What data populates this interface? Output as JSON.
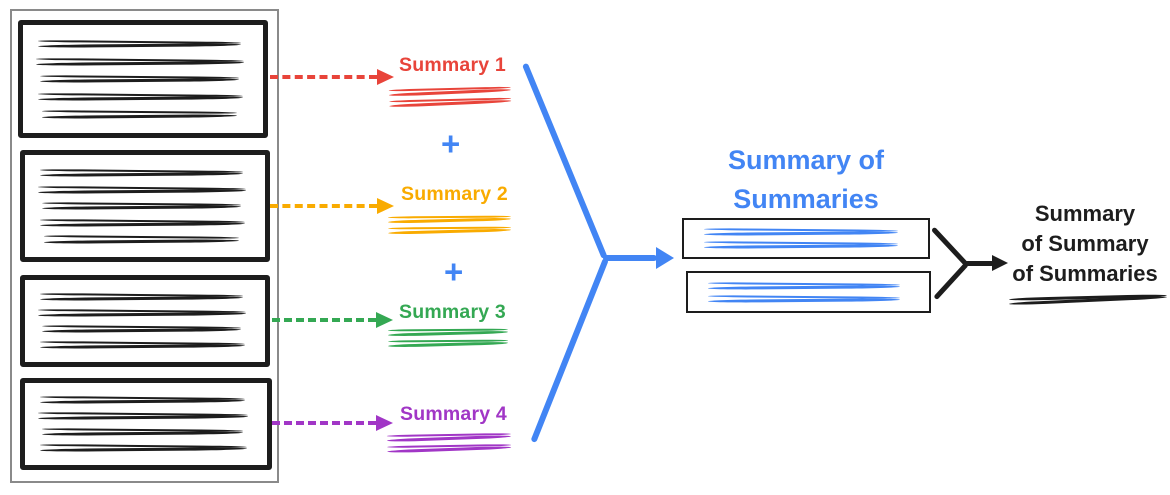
{
  "colors": {
    "red": "#E8443A",
    "orange": "#F9AB00",
    "green": "#34A853",
    "purple": "#A136C6",
    "blue": "#4285F4",
    "ink": "#1D1D1D",
    "frame_gray": "#8A8A8A"
  },
  "document": {
    "chunks": [
      {
        "name": "chunk-1",
        "color": "red",
        "text_lines": 5
      },
      {
        "name": "chunk-2",
        "color": "orange",
        "text_lines": 5
      },
      {
        "name": "chunk-3",
        "color": "green",
        "text_lines": 4
      },
      {
        "name": "chunk-4",
        "color": "purple",
        "text_lines": 4
      }
    ]
  },
  "summaries": [
    {
      "label": "Summary 1",
      "color": "red",
      "scribble_lines": 2
    },
    {
      "label": "Summary 2",
      "color": "orange",
      "scribble_lines": 2
    },
    {
      "label": "Summary 3",
      "color": "green",
      "scribble_lines": 2
    },
    {
      "label": "Summary 4",
      "color": "purple",
      "scribble_lines": 2
    }
  ],
  "plus": "+",
  "merged": {
    "title_line1": "Summary of",
    "title_line2": "Summaries",
    "boxes": [
      {
        "text_lines": 2
      },
      {
        "text_lines": 2
      }
    ]
  },
  "final": {
    "label_line1": "Summary",
    "label_line2": "of Summary",
    "label_line3": "of Summaries",
    "text_lines": 1
  }
}
